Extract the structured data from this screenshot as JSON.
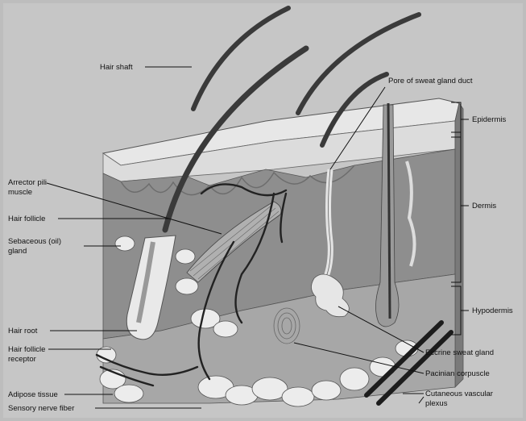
{
  "diagram": {
    "left_labels": [
      "Hair shaft",
      "Arrector pili",
      "muscle",
      "Hair follicle",
      "Sebaceous (oil)",
      "gland",
      "Hair root",
      "Hair follicle",
      "receptor",
      "Adipose tissue",
      "Sensory nerve fiber"
    ],
    "right_labels": [
      "Pore of sweat gland duct",
      "Epidermis",
      "Dermis",
      "Hypodermis",
      "Eccrine sweat gland",
      "Pacinian corpuscle",
      "Cutaneous vascular",
      "plexus"
    ]
  },
  "colors": {
    "background": "#bdbdbd",
    "page": "#c9c9c9",
    "epidermis": "#e4e4e4",
    "dermis": "#8f8f8f",
    "hypodermis": "#a5a5a5",
    "fat": "#ececec",
    "vessel": "#222222"
  }
}
